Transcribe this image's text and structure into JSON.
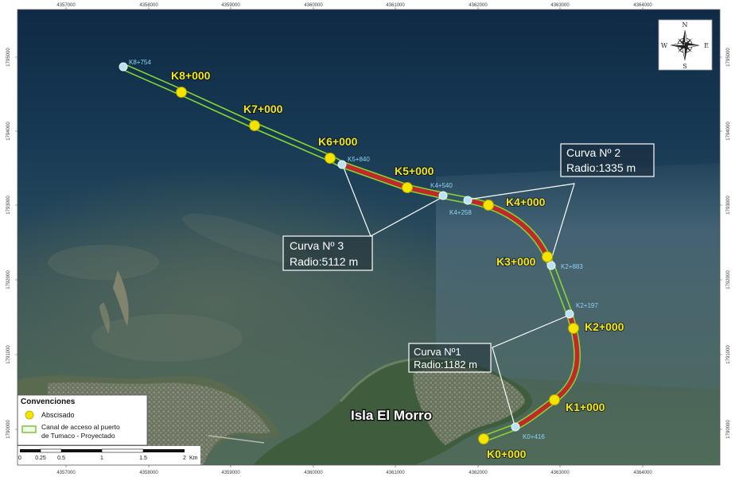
{
  "frame": {
    "top_ticks": [
      "4357000",
      "4358000",
      "4359000",
      "4360000",
      "4361000",
      "4362000",
      "4363000",
      "4364000"
    ],
    "bottom_ticks": [
      "4357000",
      "4358000",
      "4359000",
      "4360000",
      "4361000",
      "4362000",
      "4363000",
      "4364000"
    ],
    "left_ticks": [
      "1795000",
      "1794000",
      "1793000",
      "1792000",
      "1791000",
      "1790000"
    ],
    "right_ticks": [
      "1795000",
      "1794000",
      "1793000",
      "1792000",
      "1791000",
      "1790000"
    ]
  },
  "route": {
    "stations_major": [
      "K8+000",
      "K7+000",
      "K6+000",
      "K5+000",
      "K4+000",
      "K3+000",
      "K2+000",
      "K1+000",
      "K0+000"
    ],
    "stations_minor": [
      "K8+754",
      "K5+840",
      "K4+540",
      "K4+258",
      "K2+883",
      "K2+197",
      "K0+416"
    ],
    "curves": [
      {
        "title": "Curva Nº 2",
        "radius": "Radio:1335 m"
      },
      {
        "title": "Curva Nº 3",
        "radius": "Radio:5112 m"
      },
      {
        "title": "Curva Nº1",
        "radius": "Radio:1182 m"
      }
    ]
  },
  "place_label": "Isla El Morro",
  "legend": {
    "title": "Convenciones",
    "point_label": "Abscisado",
    "channel_label_lines": [
      "Canal de acceso al puerto",
      "de Tumaco - Proyectado"
    ]
  },
  "scale_bar": {
    "ticks": [
      "0",
      "0.25",
      "0.5",
      "1",
      "1.5",
      "2"
    ],
    "unit": "Km"
  },
  "compass": {
    "north": "N",
    "south": "S",
    "east": "E",
    "west": "W"
  },
  "colors": {
    "channel": "#84d62f",
    "curve_section": "#c3272b",
    "station_major": "#f4e400",
    "station_minor": "#b9e2f2"
  }
}
